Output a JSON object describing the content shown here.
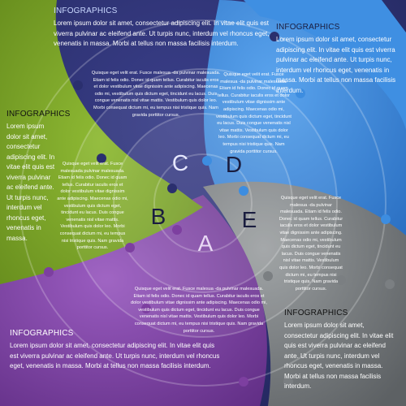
{
  "colors": {
    "navy": "#2a2f6e",
    "blue": "#3d8de0",
    "gray": "#7b7f82",
    "purple": "#7d3fa0",
    "green": "#7aa02a",
    "letter_dark": "#1a1d3f"
  },
  "blocks": {
    "top_center": {
      "title": "INFOGRAPHICS",
      "text": "Lorem ipsum dolor sit amet, consectetur adipiscing elit. In vitae elit quis est viverra pulvinar ac eleifend ante. Ut turpis nunc, interdum vel rhoncus eget, venenatis in massa.   Morbi at tellus non massa facilisis interdum."
    },
    "top_right": {
      "title": "INFOGRAPHICS",
      "text": "Lorem ipsum dolor sit amet, consectetur adipiscing elit. In vitae elit quis est viverra pulvinar ac eleifend ante. Ut turpis nunc, interdum vel rhoncus eget, venenatis in massa. Morbi at tellus non massa facilisis interdum."
    },
    "left": {
      "title": "INFOGRAPHICS",
      "text": "Lorem ipsum dolor sit amet, consectetur adipiscing elit. In vitae elit quis est viverra pulvinar ac eleifend ante. Ut turpis nunc, interdum vel rhoncus eget, venenatis in massa."
    },
    "bottom_left": {
      "title": "INFOGRAPHICS",
      "text": "Lorem ipsum dolor sit amet, consectetur adipiscing elit. In vitae elit quis est viverra pulvinar ac eleifend ante. Ut turpis nunc, interdum vel rhoncus eget, venenatis in massa. Morbi at tellus non massa facilisis interdum."
    },
    "bottom_right": {
      "title": "INFOGRAPHICS",
      "text": "Lorem ipsum dolor sit amet, consectetur adipiscing elit. In vitae elit quis est viverra pulvinar ac eleifend ante. Ut turpis nunc, interdum vel rhoncus eget, venenatis in massa. Morbi at tellus non massa facilisis interdum."
    }
  },
  "segments": {
    "a": {
      "letter": "A",
      "text": "Quisque eget velit erat. Fusce malesua -da pulvinar malesuada. Etiam id felis odio. Donec id quam tellus. Curabitur iaculis eros et dolor vestibulum vitae dignissim ante adipiscing. Maecenas odio mi, vestibulum quis dictum eget, tincidunt eu lacus. Duis congue venenatis nisl vitae mattis. Vestibulum quis dolor leo. Morbi consequat dictum mi, eu tempus nisi tristique quis. Nam gravida porttitor cursus."
    },
    "b": {
      "letter": "B",
      "text": "Quisque eget velit erat. Fusce malesuada pulvinar malesuada. Etiam id felis odio. Donec id quam tellus. Curabitur iaculis eros et dolor vestibulum vitae dignissim ante adipiscing. Maecenas odio mi, vestibulum quis dictum eget, tincidunt eu lacus. Duis congue venenatis nisl vitae mattis. Vestibulum quis dolor leo. Morbi consequat dictum mi, eu tempus nisi tristique quis. Nam gravida porttitor cursus."
    },
    "c": {
      "letter": "C",
      "text": "Quisque eget velit erat. Fusce malesua -da pulvinar malesuada. Etiam id felis odio. Donec id quam tellus. Curabitur iaculis eros et dolor vestibulum vitae dignissim ante adipiscing. Maecenas odio mi, vestibulum quis dictum eget, tincidunt eu lacus. Duis congue venenatis nisl vitae mattis. Vestibulum quis dolor leo. Morbi consequat dictum mi, eu tempus nisi tristique quis. Nam gravida porttitor cursus."
    },
    "d": {
      "letter": "D",
      "text": "Quisque eget velit erat. Fusce malesua -da pulvinar malesuada. Etiam id felis odio. Donec id quam tellus. Curabitur iaculis eros et dolor vestibulum vitae dignissim ante adipiscing. Maecenas odio mi, vestibulum quis dictum eget, tincidunt eu lacus. Duis congue venenatis nisl vitae mattis. Vestibulum quis dolor leo. Morbi consequat dictum mi, eu tempus nisi tristique quis. Nam gravida porttitor cursus."
    },
    "e": {
      "letter": "E",
      "text": "Quisque eget velit erat. Fusce malesua -da pulvinar malesuada. Etiam id felis odio. Donec id quam tellus. Curabitur iaculis eros et dolor vestibulum vitae dignissim ante adipiscing. Maecenas odio mi, vestibulum quis dictum eget, tincidunt eu lacus. Duis congue venenatis nisl vitae mattis. Vestibulum quis dolor leo. Morbi consequat dictum mi, eu tempus nisi tristique quis. Nam gravida porttitor cursus."
    }
  }
}
